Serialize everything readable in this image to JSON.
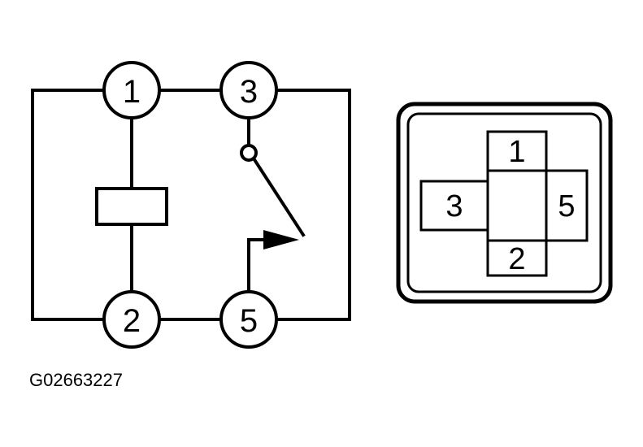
{
  "schematic": {
    "terminals": {
      "t1": "1",
      "t2": "2",
      "t3": "3",
      "t5": "5"
    }
  },
  "connector": {
    "cells": {
      "c1": "1",
      "c2": "2",
      "c3": "3",
      "c5": "5"
    }
  },
  "figure_id": "G02663227",
  "colors": {
    "ink": "#000000",
    "background": "#ffffff"
  }
}
